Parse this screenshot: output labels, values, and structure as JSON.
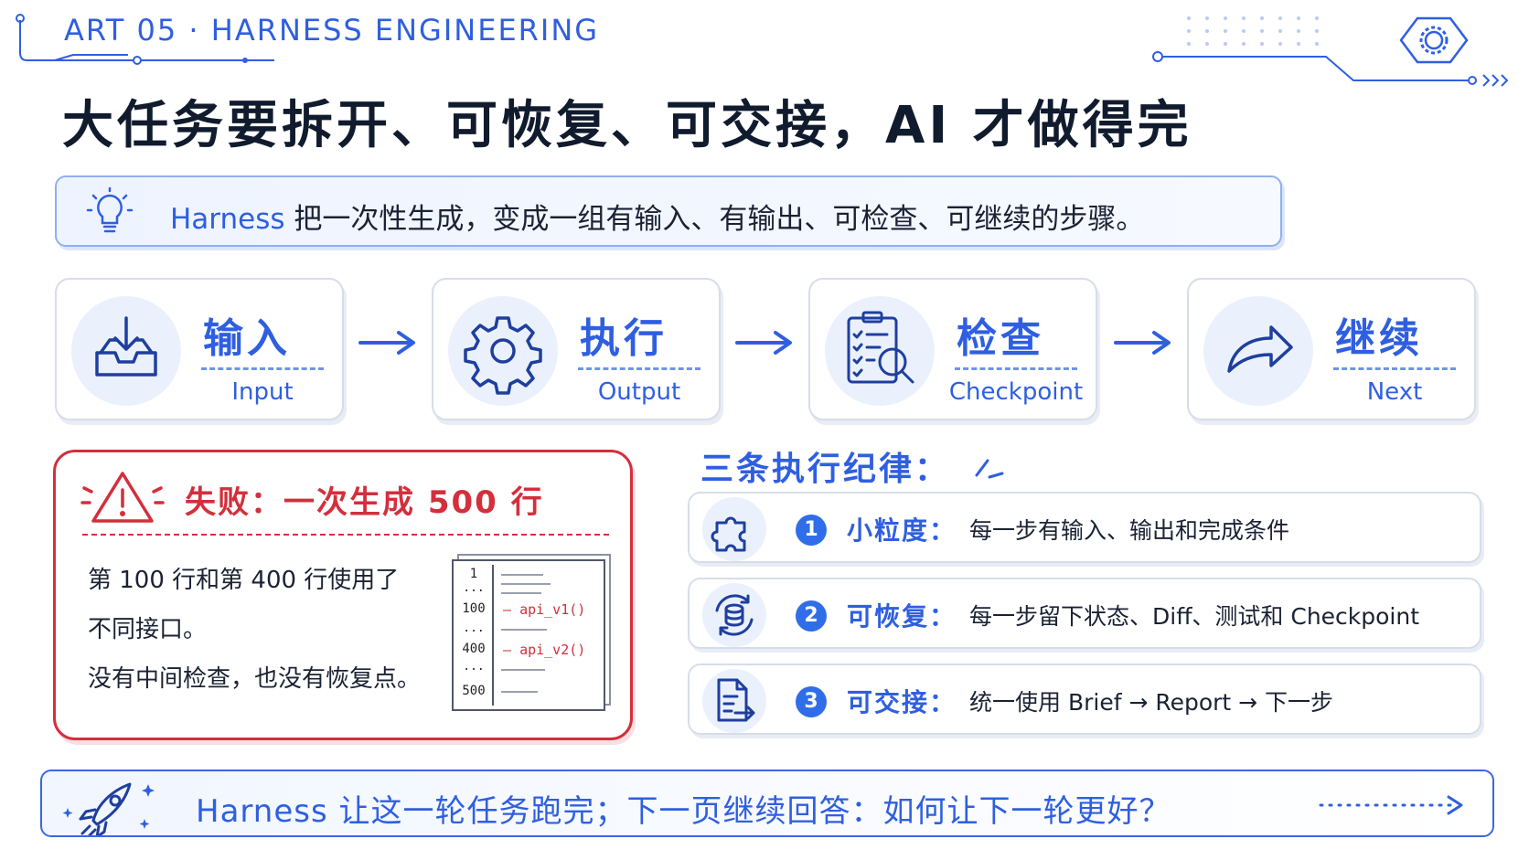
{
  "header": {
    "art_label": "ART 05 · HARNESS ENGINEERING",
    "title": "大任务要拆开、可恢复、可交接，AI 才做得完"
  },
  "banner": {
    "highlight": "Harness",
    "text": " 把一次性生成，变成一组有输入、有输出、可检查、可继续的步骤。",
    "icon": "lightbulb-icon"
  },
  "steps": [
    {
      "zh": "输入",
      "en": "Input",
      "icon": "inbox-download-icon"
    },
    {
      "zh": "执行",
      "en": "Output",
      "icon": "gear-icon"
    },
    {
      "zh": "检查",
      "en": "Checkpoint",
      "icon": "checklist-magnifier-icon"
    },
    {
      "zh": "继续",
      "en": "Next",
      "icon": "forward-arrow-icon"
    }
  ],
  "failure": {
    "title": "失败：一次生成 500 行",
    "lines": [
      "第 100 行和第 400 行使用了",
      "不同接口。",
      "没有中间检查，也没有恢复点。"
    ],
    "code": {
      "numbers": [
        "1",
        "100",
        "400",
        "500"
      ],
      "dots": "...",
      "api_v1": "api_v1()",
      "api_v2": "api_v2()"
    },
    "color": "#d32f3c"
  },
  "rules": {
    "title": "三条执行纪律：",
    "items": [
      {
        "num": "1",
        "key": "小粒度",
        "sep": "：",
        "desc": "每一步有输入、输出和完成条件",
        "icon": "puzzle-icon"
      },
      {
        "num": "2",
        "key": "可恢复",
        "sep": "：",
        "desc": "每一步留下状态、Diff、测试和 Checkpoint",
        "icon": "database-sync-icon"
      },
      {
        "num": "3",
        "key": "可交接",
        "sep": "：",
        "desc": "统一使用 Brief → Report → 下一步",
        "icon": "document-export-icon"
      }
    ]
  },
  "footer": {
    "text": "Harness 让这一轮任务跑完；下一页继续回答：如何让下一轮更好？",
    "icon": "rocket-icon"
  },
  "colors": {
    "accent": "#2f5fe0",
    "danger": "#d32f3c",
    "text": "#1a2233"
  }
}
